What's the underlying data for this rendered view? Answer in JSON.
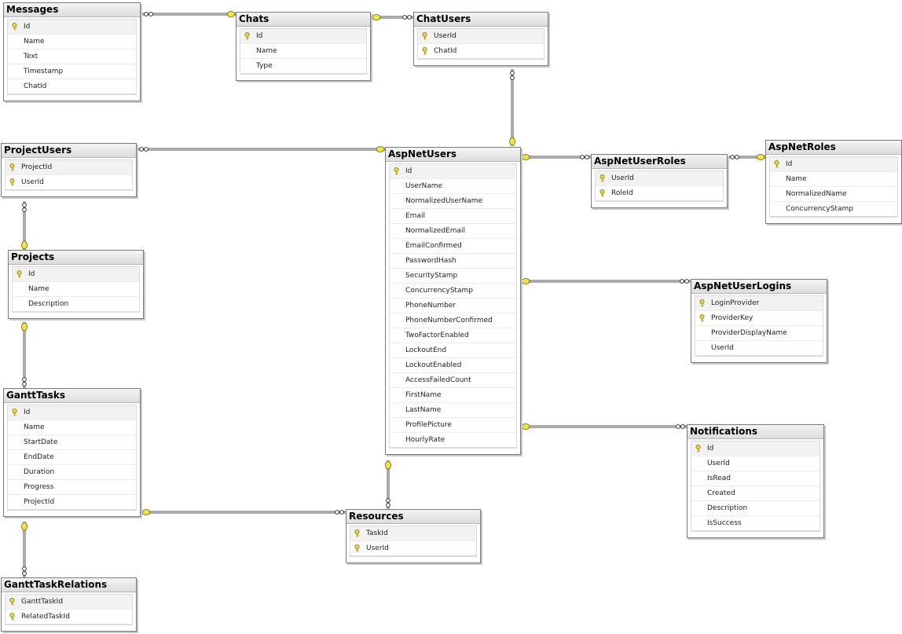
{
  "diagram": {
    "tables": [
      {
        "id": "Messages",
        "title": "Messages",
        "columns": [
          {
            "name": "Id",
            "key": true
          },
          {
            "name": "Name",
            "key": false
          },
          {
            "name": "Text",
            "key": false
          },
          {
            "name": "Timestamp",
            "key": false
          },
          {
            "name": "ChatId",
            "key": false
          }
        ]
      },
      {
        "id": "Chats",
        "title": "Chats",
        "columns": [
          {
            "name": "Id",
            "key": true
          },
          {
            "name": "Name",
            "key": false
          },
          {
            "name": "Type",
            "key": false
          }
        ]
      },
      {
        "id": "ChatUsers",
        "title": "ChatUsers",
        "columns": [
          {
            "name": "UserId",
            "key": true
          },
          {
            "name": "ChatId",
            "key": true
          }
        ]
      },
      {
        "id": "ProjectUsers",
        "title": "ProjectUsers",
        "columns": [
          {
            "name": "ProjectId",
            "key": true
          },
          {
            "name": "UserId",
            "key": true
          }
        ]
      },
      {
        "id": "AspNetUsers",
        "title": "AspNetUsers",
        "columns": [
          {
            "name": "Id",
            "key": true
          },
          {
            "name": "UserName",
            "key": false
          },
          {
            "name": "NormalizedUserName",
            "key": false
          },
          {
            "name": "Email",
            "key": false
          },
          {
            "name": "NormalizedEmail",
            "key": false
          },
          {
            "name": "EmailConfirmed",
            "key": false
          },
          {
            "name": "PasswordHash",
            "key": false
          },
          {
            "name": "SecurityStamp",
            "key": false
          },
          {
            "name": "ConcurrencyStamp",
            "key": false
          },
          {
            "name": "PhoneNumber",
            "key": false
          },
          {
            "name": "PhoneNumberConfirmed",
            "key": false
          },
          {
            "name": "TwoFactorEnabled",
            "key": false
          },
          {
            "name": "LockoutEnd",
            "key": false
          },
          {
            "name": "LockoutEnabled",
            "key": false
          },
          {
            "name": "AccessFailedCount",
            "key": false
          },
          {
            "name": "FirstName",
            "key": false
          },
          {
            "name": "LastName",
            "key": false
          },
          {
            "name": "ProfilePicture",
            "key": false
          },
          {
            "name": "HourlyRate",
            "key": false
          }
        ]
      },
      {
        "id": "AspNetUserRoles",
        "title": "AspNetUserRoles",
        "columns": [
          {
            "name": "UserId",
            "key": true
          },
          {
            "name": "RoleId",
            "key": true
          }
        ]
      },
      {
        "id": "AspNetRoles",
        "title": "AspNetRoles",
        "columns": [
          {
            "name": "Id",
            "key": true
          },
          {
            "name": "Name",
            "key": false
          },
          {
            "name": "NormalizedName",
            "key": false
          },
          {
            "name": "ConcurrencyStamp",
            "key": false
          }
        ]
      },
      {
        "id": "Projects",
        "title": "Projects",
        "columns": [
          {
            "name": "Id",
            "key": true
          },
          {
            "name": "Name",
            "key": false
          },
          {
            "name": "Description",
            "key": false
          }
        ]
      },
      {
        "id": "AspNetUserLogins",
        "title": "AspNetUserLogins",
        "columns": [
          {
            "name": "LoginProvider",
            "key": true
          },
          {
            "name": "ProviderKey",
            "key": true
          },
          {
            "name": "ProviderDisplayName",
            "key": false
          },
          {
            "name": "UserId",
            "key": false
          }
        ]
      },
      {
        "id": "GanttTasks",
        "title": "GanttTasks",
        "columns": [
          {
            "name": "Id",
            "key": true
          },
          {
            "name": "Name",
            "key": false
          },
          {
            "name": "StartDate",
            "key": false
          },
          {
            "name": "EndDate",
            "key": false
          },
          {
            "name": "Duration",
            "key": false
          },
          {
            "name": "Progress",
            "key": false
          },
          {
            "name": "ProjectId",
            "key": false
          }
        ]
      },
      {
        "id": "Notifications",
        "title": "Notifications",
        "columns": [
          {
            "name": "Id",
            "key": true
          },
          {
            "name": "UserId",
            "key": false
          },
          {
            "name": "IsRead",
            "key": false
          },
          {
            "name": "Created",
            "key": false
          },
          {
            "name": "Description",
            "key": false
          },
          {
            "name": "IsSuccess",
            "key": false
          }
        ]
      },
      {
        "id": "Resources",
        "title": "Resources",
        "columns": [
          {
            "name": "TaskId",
            "key": true
          },
          {
            "name": "UserId",
            "key": true
          }
        ]
      },
      {
        "id": "GanttTaskRelations",
        "title": "GanttTaskRelations",
        "columns": [
          {
            "name": "GanttTaskId",
            "key": true
          },
          {
            "name": "RelatedTaskId",
            "key": true
          }
        ]
      }
    ],
    "relationships": [
      {
        "from": "Chats",
        "to": "Messages"
      },
      {
        "from": "Chats",
        "to": "ChatUsers"
      },
      {
        "from": "AspNetUsers",
        "to": "ChatUsers"
      },
      {
        "from": "AspNetUsers",
        "to": "ProjectUsers"
      },
      {
        "from": "AspNetUsers",
        "to": "AspNetUserRoles"
      },
      {
        "from": "AspNetRoles",
        "to": "AspNetUserRoles"
      },
      {
        "from": "Projects",
        "to": "ProjectUsers"
      },
      {
        "from": "AspNetUsers",
        "to": "AspNetUserLogins"
      },
      {
        "from": "Projects",
        "to": "GanttTasks"
      },
      {
        "from": "AspNetUsers",
        "to": "Notifications"
      },
      {
        "from": "AspNetUsers",
        "to": "Resources"
      },
      {
        "from": "GanttTasks",
        "to": "Resources"
      },
      {
        "from": "GanttTasks",
        "to": "GanttTaskRelations"
      }
    ],
    "colors": {
      "key_icon": "#e8d84a",
      "one_end": "#f0e24a",
      "line": "#555555"
    }
  }
}
